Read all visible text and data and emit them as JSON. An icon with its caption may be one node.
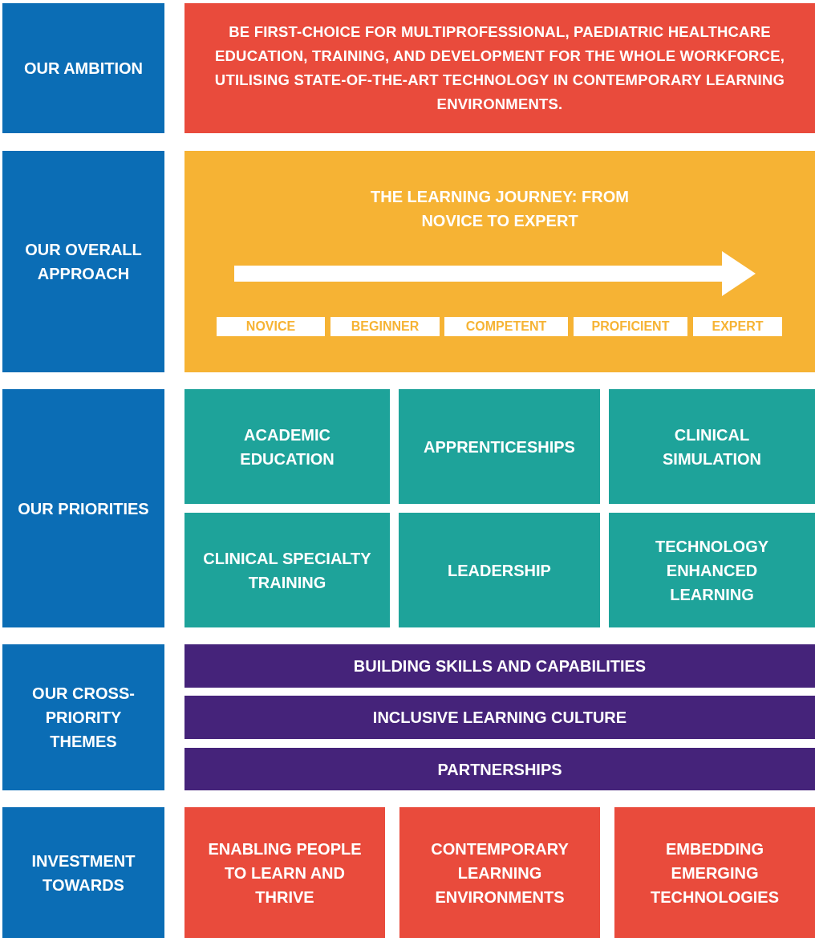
{
  "diagram": {
    "nodes": [
      {
        "text": [
          "OUR AMBITION"
        ]
      },
      {
        "text": [
          "BE FIRST-CHOICE FOR MULTIPROFESSIONAL, PAEDIATRIC HEALTHCARE EDUCATION, TRAINING, AND DEVELOPMENT FOR THE WHOLE WORKFORCE, UTILISING STATE-OF-THE-ART TECHNOLOGY IN CONTEMPORARY LEARNING ENVIRONMENTS."
        ]
      },
      {
        "text": [
          "OUR OVERALL APPROACH"
        ]
      },
      {
        "text": [
          "THE LEARNING JOURNEY: FROM NOVICE TO EXPERT"
        ]
      },
      {
        "text": [
          "NOVICE"
        ],
        "in": 3
      },
      {
        "text": [
          "BEGINNER"
        ],
        "in": 3
      },
      {
        "text": [
          "COMPETENT"
        ],
        "in": 3
      },
      {
        "text": [
          "PROFICIENT"
        ],
        "in": 3
      },
      {
        "text": [
          "EXPERT"
        ],
        "in": 3
      },
      {
        "text": [
          "OUR PRIORITIES"
        ]
      },
      {
        "text": [
          "ACADEMIC EDUCATION"
        ]
      },
      {
        "text": [
          "APPRENTICESHIPS"
        ]
      },
      {
        "text": [
          "CLINICAL SIMULATION"
        ]
      },
      {
        "text": [
          "CLINICAL SPECIALTY TRAINING"
        ]
      },
      {
        "text": [
          "LEADERSHIP"
        ]
      },
      {
        "text": [
          "TECHNOLOGY ENHANCED LEARNING"
        ]
      },
      {
        "text": [
          "OUR CROSS-PRIORITY THEMES"
        ]
      },
      {
        "text": [
          "BUILDING SKILLS AND CAPABILITIES"
        ]
      },
      {
        "text": [
          "INCLUSIVE LEARNING CULTURE"
        ]
      },
      {
        "text": [
          "PARTNERSHIPS"
        ]
      },
      {
        "text": [
          "INVESTMENT TOWARDS"
        ]
      },
      {
        "text": [
          "ENABLING PEOPLE TO LEARN AND THRIVE"
        ]
      },
      {
        "text": [
          "CONTEMPORARY LEARNING ENVIRONMENTS"
        ]
      },
      {
        "text": [
          "EMBEDDING EMERGING TECHNOLOGIES"
        ]
      }
    ]
  }
}
